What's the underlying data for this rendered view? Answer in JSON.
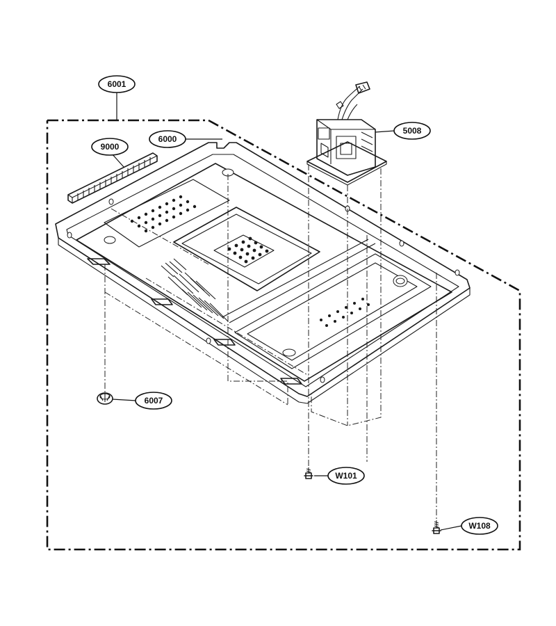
{
  "diagram": {
    "callouts": [
      {
        "id": "6001",
        "label": "6001"
      },
      {
        "id": "9000",
        "label": "9000"
      },
      {
        "id": "6000",
        "label": "6000"
      },
      {
        "id": "5008",
        "label": "5008"
      },
      {
        "id": "6007",
        "label": "6007"
      },
      {
        "id": "W101",
        "label": "W101"
      },
      {
        "id": "W108",
        "label": "W108"
      }
    ]
  }
}
